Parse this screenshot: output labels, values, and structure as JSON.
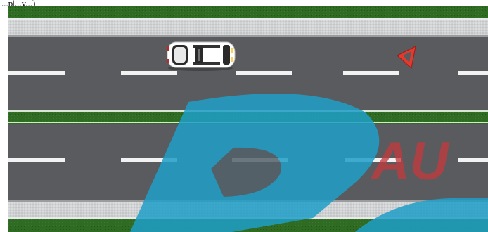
{
  "caption": "...p|...y...)",
  "watermark": {
    "letters": "AU",
    "logo_letter": "P",
    "logo_color": "#1f9fc8",
    "letters_color": "#c23a3f"
  },
  "colors": {
    "grass": "#2f6b22",
    "asphalt": "#5a5b5e",
    "sidewalk": "#cfd1d3",
    "lane_marking": "#f2f2f2",
    "median": "#3c7a33",
    "warning_triangle": "#e23a2e",
    "car_body": "#ffffff",
    "car_glass": "#2a2a2a"
  },
  "scene": {
    "vehicle": "white-car-top-view",
    "warning_sign": "warning-triangle-icon"
  }
}
